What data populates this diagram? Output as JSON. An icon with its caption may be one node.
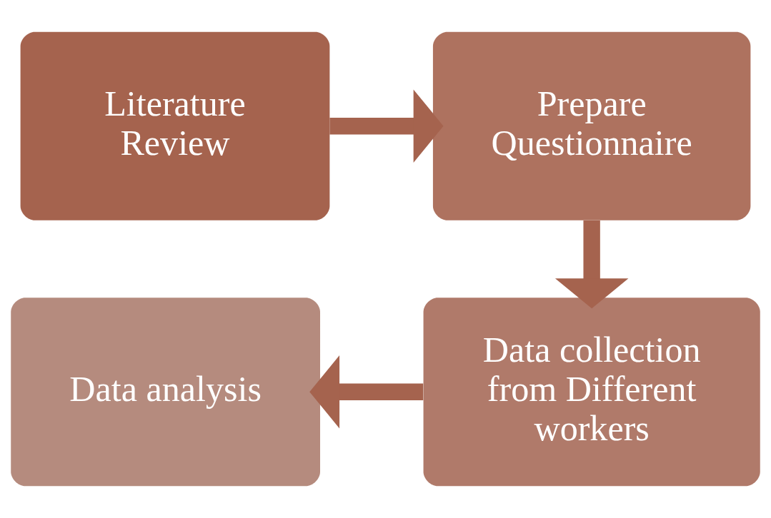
{
  "diagram": {
    "nodes": [
      {
        "text": [
          "Literature Review"
        ]
      },
      {
        "text": [
          "Prepare Questionnaire"
        ]
      },
      {
        "text": [
          "Data collection from Different workers"
        ]
      },
      {
        "text": [
          "Data analysis"
        ]
      }
    ],
    "edges": [
      {
        "from": 0,
        "to": 1,
        "arrow": "to"
      },
      {
        "from": 1,
        "to": 2,
        "arrow": "to"
      },
      {
        "from": 2,
        "to": 3,
        "arrow": "to"
      }
    ]
  }
}
